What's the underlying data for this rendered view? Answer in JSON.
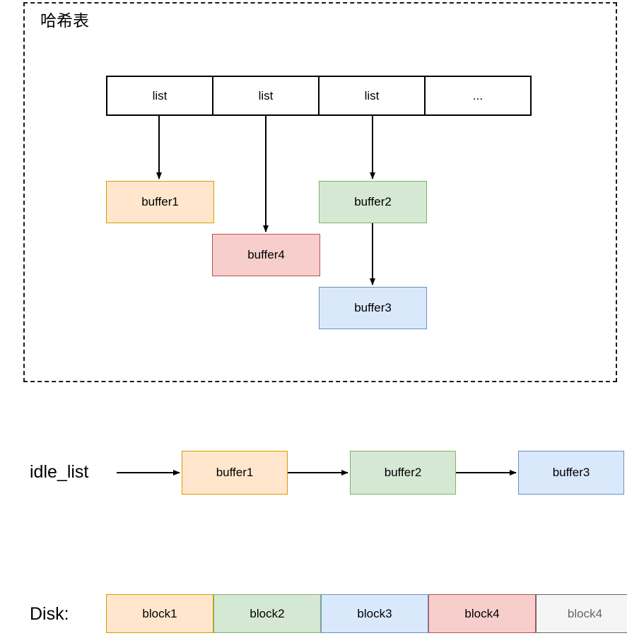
{
  "diagram": {
    "hash_region": {
      "title": "哈希表",
      "bucket_table": {
        "cells": [
          {
            "label": "list"
          },
          {
            "label": "list"
          },
          {
            "label": "list"
          },
          {
            "label": "..."
          }
        ]
      },
      "nodes": [
        {
          "id": "hb-buffer1",
          "label": "buffer1",
          "color": "#ffe6cc",
          "border": "#d79b00"
        },
        {
          "id": "hb-buffer4",
          "label": "buffer4",
          "color": "#f8cecc",
          "border": "#b85450"
        },
        {
          "id": "hb-buffer2",
          "label": "buffer2",
          "color": "#d5e8d4",
          "border": "#82b366"
        },
        {
          "id": "hb-buffer3",
          "label": "buffer3",
          "color": "#dae8fc",
          "border": "#6c8ebf"
        }
      ]
    },
    "idle_list": {
      "label": "idle_list",
      "nodes": [
        {
          "id": "il-buffer1",
          "label": "buffer1",
          "color": "#ffe6cc",
          "border": "#d79b00"
        },
        {
          "id": "il-buffer2",
          "label": "buffer2",
          "color": "#d5e8d4",
          "border": "#82b366"
        },
        {
          "id": "il-buffer3",
          "label": "buffer3",
          "color": "#dae8fc",
          "border": "#6c8ebf"
        }
      ]
    },
    "disk": {
      "label": "Disk:",
      "blocks": [
        {
          "label": "block1",
          "color": "#ffe6cc",
          "border": "#d79b00"
        },
        {
          "label": "block2",
          "color": "#d5e8d4",
          "border": "#82b366"
        },
        {
          "label": "block3",
          "color": "#dae8fc",
          "border": "#6c8ebf"
        },
        {
          "label": "block4",
          "color": "#f8cecc",
          "border": "#b85450"
        },
        {
          "label": "block4",
          "color": "#f5f5f5",
          "border": "#666666"
        }
      ]
    }
  }
}
